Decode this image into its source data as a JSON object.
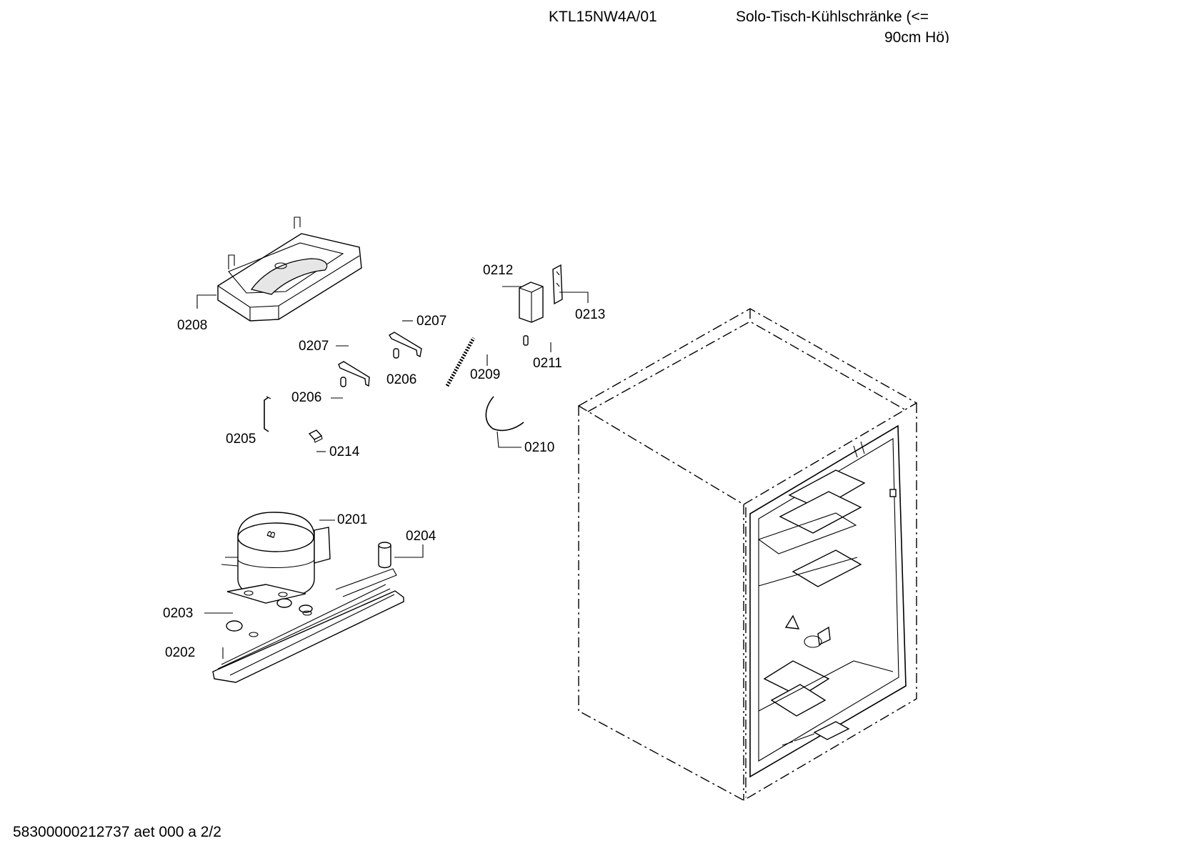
{
  "header": {
    "model": "KTL15NW4A/01",
    "title_line1": "Solo-Tisch-Kühlschränke (<=",
    "title_line2": "90cm Hö)"
  },
  "footer": {
    "doc_code": "58300000212737 aet 000 a 2/2"
  },
  "parts": {
    "p0201": "0201",
    "p0202": "0202",
    "p0203": "0203",
    "p0204": "0204",
    "p0205": "0205",
    "p0206a": "0206",
    "p0206b": "0206",
    "p0207a": "0207",
    "p0207b": "0207",
    "p0208": "0208",
    "p0209": "0209",
    "p0210": "0210",
    "p0211": "0211",
    "p0212": "0212",
    "p0213": "0213",
    "p0214": "0214"
  }
}
